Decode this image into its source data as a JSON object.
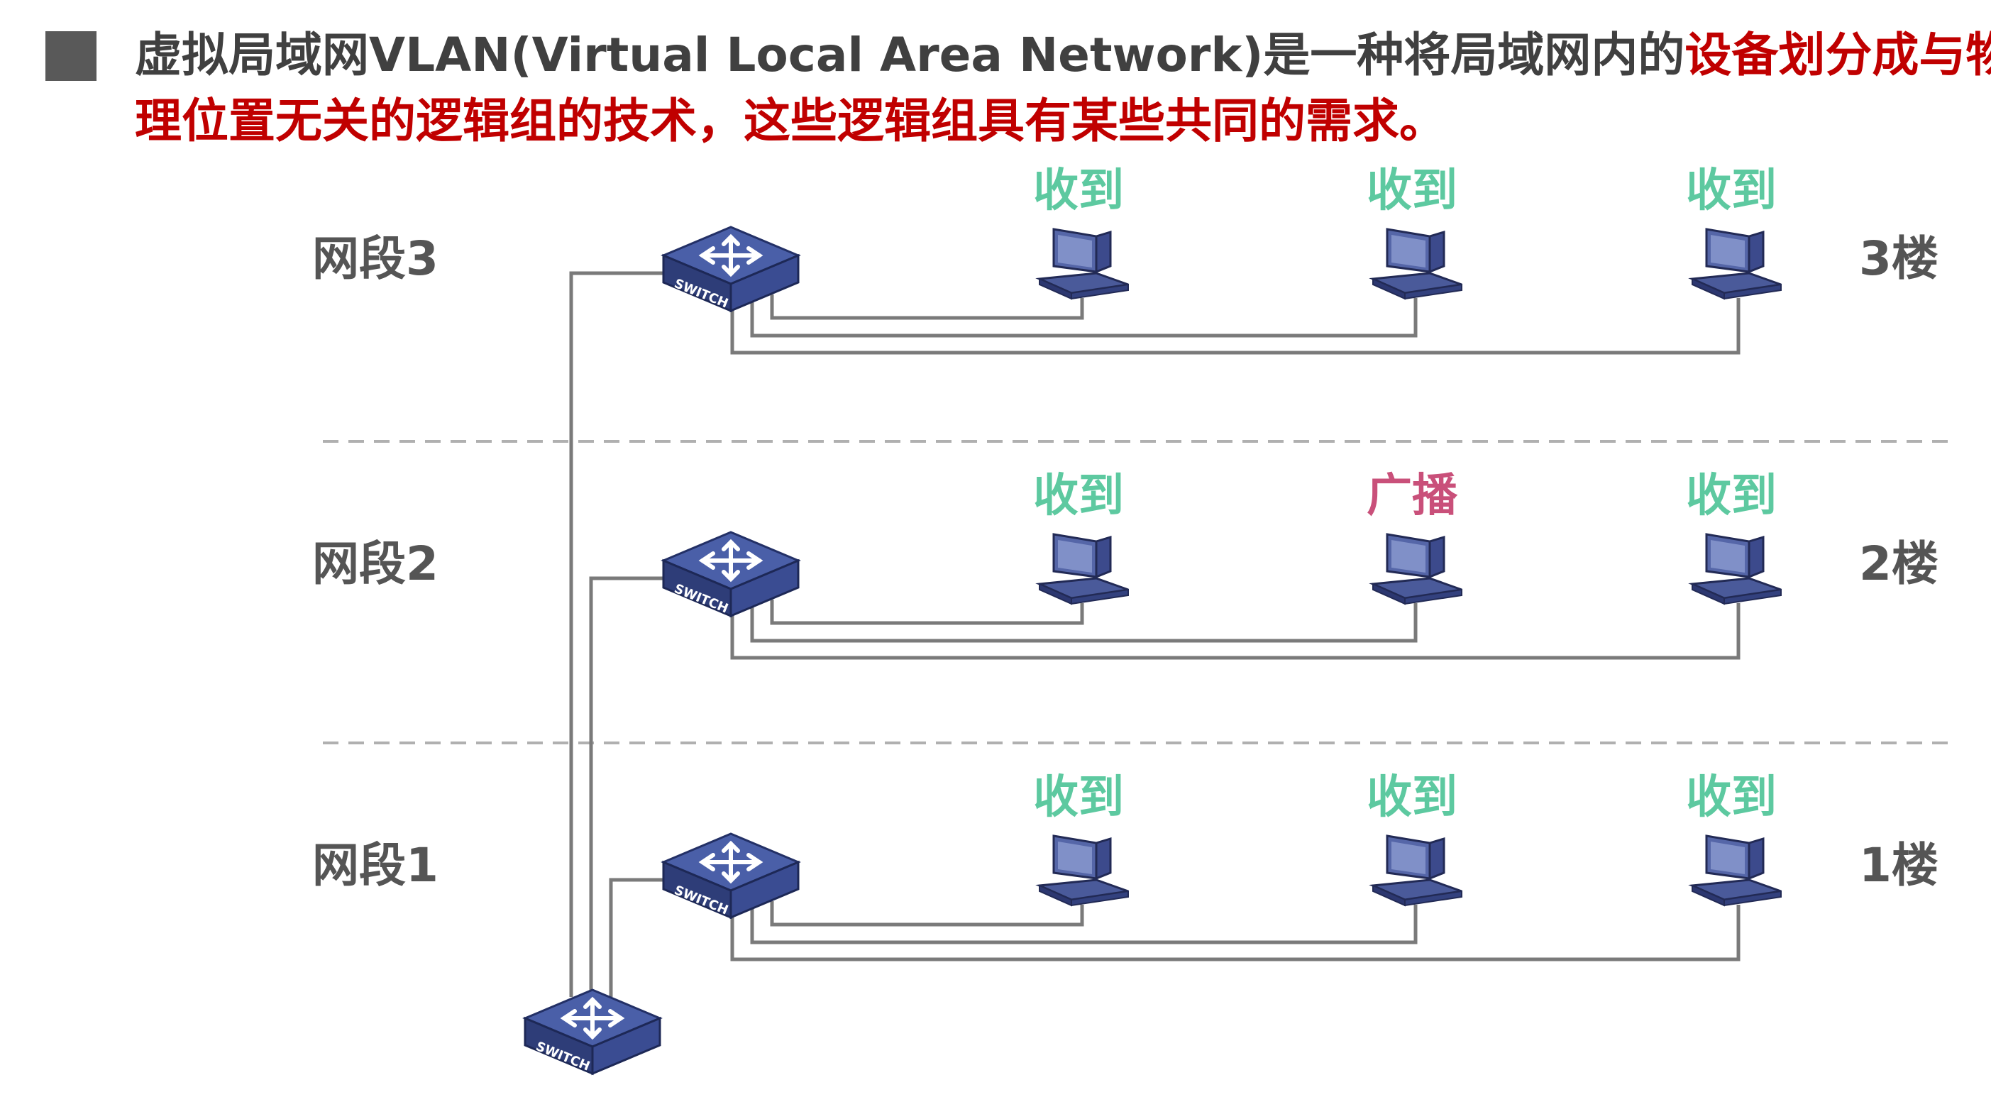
{
  "header": {
    "bullet_color": "#595959",
    "line1_dark": "虚拟局域网VLAN(Virtual Local Area Network)是一种将局域网内的",
    "line1_red": "设备划分成与物",
    "line2_red": "理位置无关的逻辑组的技术，这些逻辑组具有某些共同的需求。",
    "dark_color": "#404040",
    "red_color": "#c00000"
  },
  "segments": [
    {
      "segment_label": "网段3",
      "floor_label": "3楼",
      "hosts": [
        {
          "status": "收到",
          "kind": "received"
        },
        {
          "status": "收到",
          "kind": "received"
        },
        {
          "status": "收到",
          "kind": "received"
        }
      ]
    },
    {
      "segment_label": "网段2",
      "floor_label": "2楼",
      "hosts": [
        {
          "status": "收到",
          "kind": "received"
        },
        {
          "status": "广播",
          "kind": "broadcast"
        },
        {
          "status": "收到",
          "kind": "received"
        }
      ]
    },
    {
      "segment_label": "网段1",
      "floor_label": "1楼",
      "hosts": [
        {
          "status": "收到",
          "kind": "received"
        },
        {
          "status": "收到",
          "kind": "received"
        },
        {
          "status": "收到",
          "kind": "received"
        }
      ]
    }
  ],
  "switch_label": "SWITCH",
  "colors": {
    "received": "#5dc9a0",
    "broadcast": "#c9507a",
    "label": "#555555",
    "line": "#7a7a7a",
    "divider": "#b0b0b0",
    "switch_top": "#4a5fa8",
    "switch_side": "#2e3d78",
    "pc": "#3c4a8c"
  },
  "icons": {
    "switch": "network-switch-icon",
    "host": "desktop-computer-icon"
  }
}
